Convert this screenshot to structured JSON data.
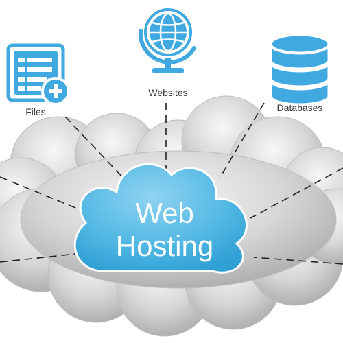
{
  "hub": {
    "line1": "Web",
    "line2": "Hosting"
  },
  "nodes": {
    "files": {
      "label": "Files",
      "icon": "file-list-add-icon"
    },
    "websites": {
      "label": "Websites",
      "icon": "globe-icon"
    },
    "databases": {
      "label": "Databases",
      "icon": "database-icon"
    }
  },
  "colors": {
    "accent": "#3fa9e0",
    "accent_dark": "#2b8fc9",
    "hub_fill": "#5cbde6",
    "cloud_gray": "#d4d4d4",
    "cloud_shadow": "#9e9e9e",
    "connector": "#222222",
    "label_text": "#3a3a3a"
  }
}
